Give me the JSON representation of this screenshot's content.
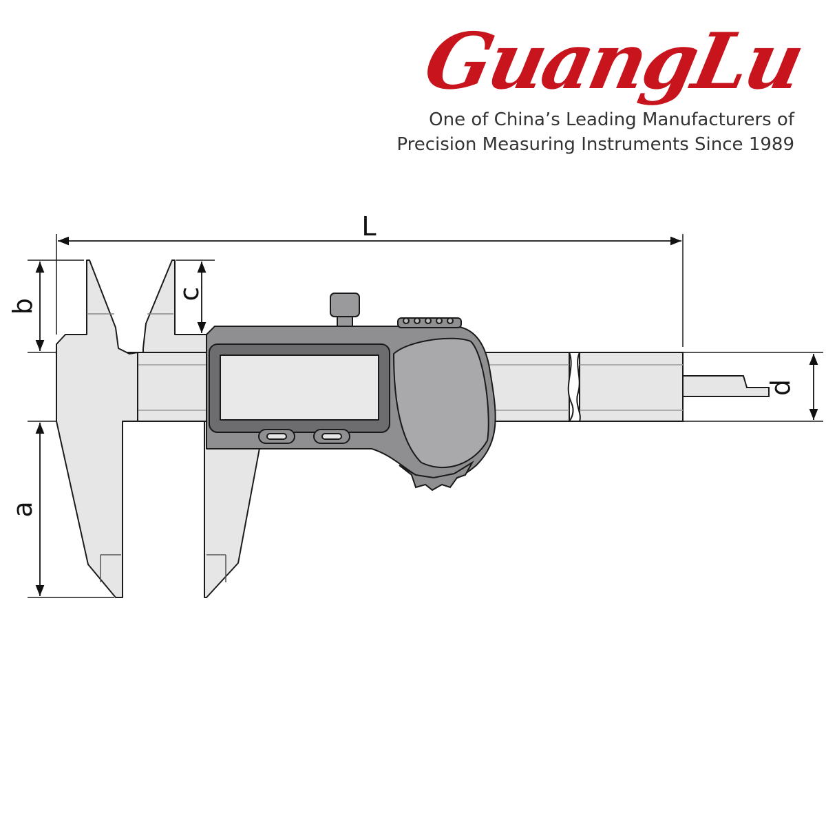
{
  "brand": {
    "logo_text": "GuangLu",
    "tagline_line1": "One of China’s Leading Manufacturers of",
    "tagline_line2": "Precision Measuring Instruments Since 1989",
    "color": "#c8141c"
  },
  "dimensions": {
    "L": "L",
    "a": "a",
    "b": "b",
    "c": "c",
    "d": "d"
  },
  "colors": {
    "body": "#e6e6e6",
    "housing": "#8f8f91",
    "housing_dark": "#6d6d70",
    "display": "#e9e9e9",
    "outline": "#1a1a1a"
  }
}
